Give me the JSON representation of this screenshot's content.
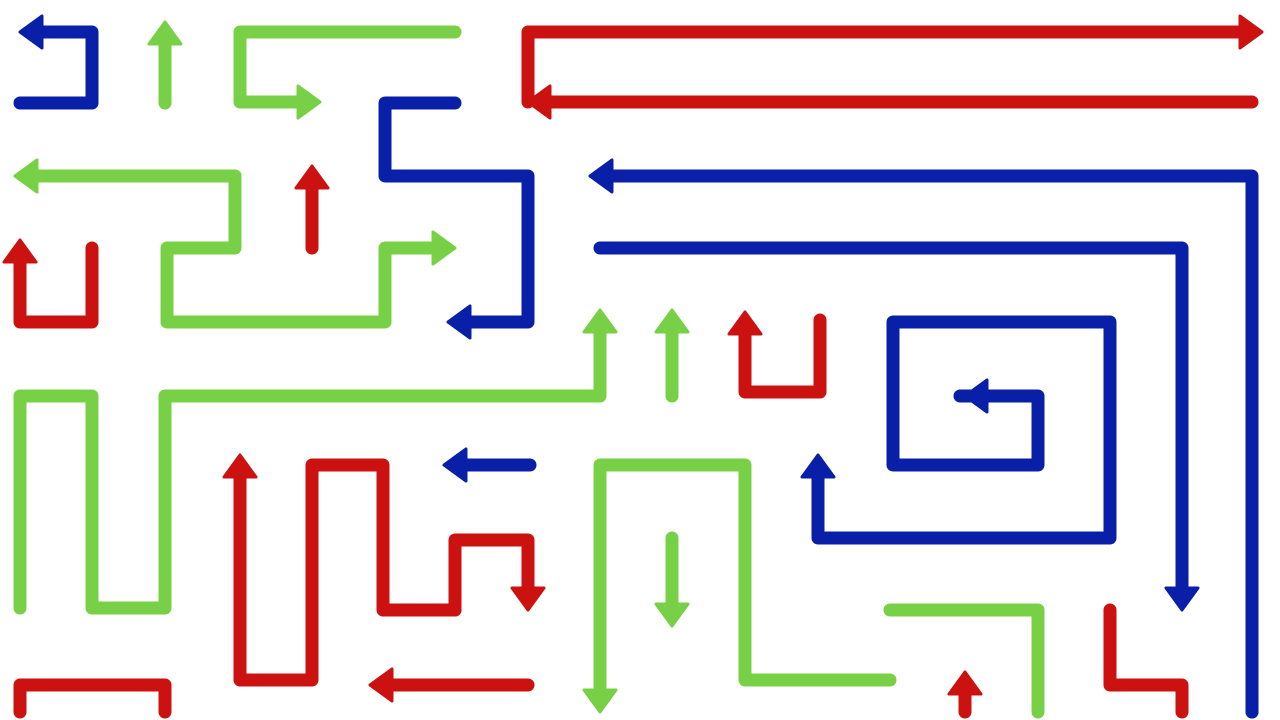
{
  "colors": {
    "red": "#cc1111",
    "green": "#77d045",
    "blue": "#0a1fa8",
    "background": "#ffffff"
  },
  "arrows": [
    {
      "id": "a01",
      "color": "blue"
    },
    {
      "id": "a02",
      "color": "green"
    },
    {
      "id": "a03",
      "color": "green"
    },
    {
      "id": "a04",
      "color": "red"
    },
    {
      "id": "a05",
      "color": "blue"
    },
    {
      "id": "a06",
      "color": "red"
    },
    {
      "id": "a07",
      "color": "green"
    },
    {
      "id": "a08",
      "color": "red"
    },
    {
      "id": "a09",
      "color": "blue"
    },
    {
      "id": "a10",
      "color": "green"
    },
    {
      "id": "a11",
      "color": "blue"
    },
    {
      "id": "a12",
      "color": "green"
    },
    {
      "id": "a13",
      "color": "green"
    },
    {
      "id": "a14",
      "color": "red"
    },
    {
      "id": "a15",
      "color": "blue"
    },
    {
      "id": "a16",
      "color": "blue"
    },
    {
      "id": "a17",
      "color": "red"
    },
    {
      "id": "a18",
      "color": "red"
    },
    {
      "id": "a19",
      "color": "red"
    },
    {
      "id": "a20",
      "color": "blue"
    },
    {
      "id": "a21",
      "color": "green"
    },
    {
      "id": "a22",
      "color": "green"
    },
    {
      "id": "a23",
      "color": "red"
    },
    {
      "id": "a24",
      "color": "red"
    },
    {
      "id": "a25",
      "color": "green"
    },
    {
      "id": "a26",
      "color": "red"
    },
    {
      "id": "a27",
      "color": "red"
    },
    {
      "id": "a28",
      "color": "blue"
    }
  ]
}
